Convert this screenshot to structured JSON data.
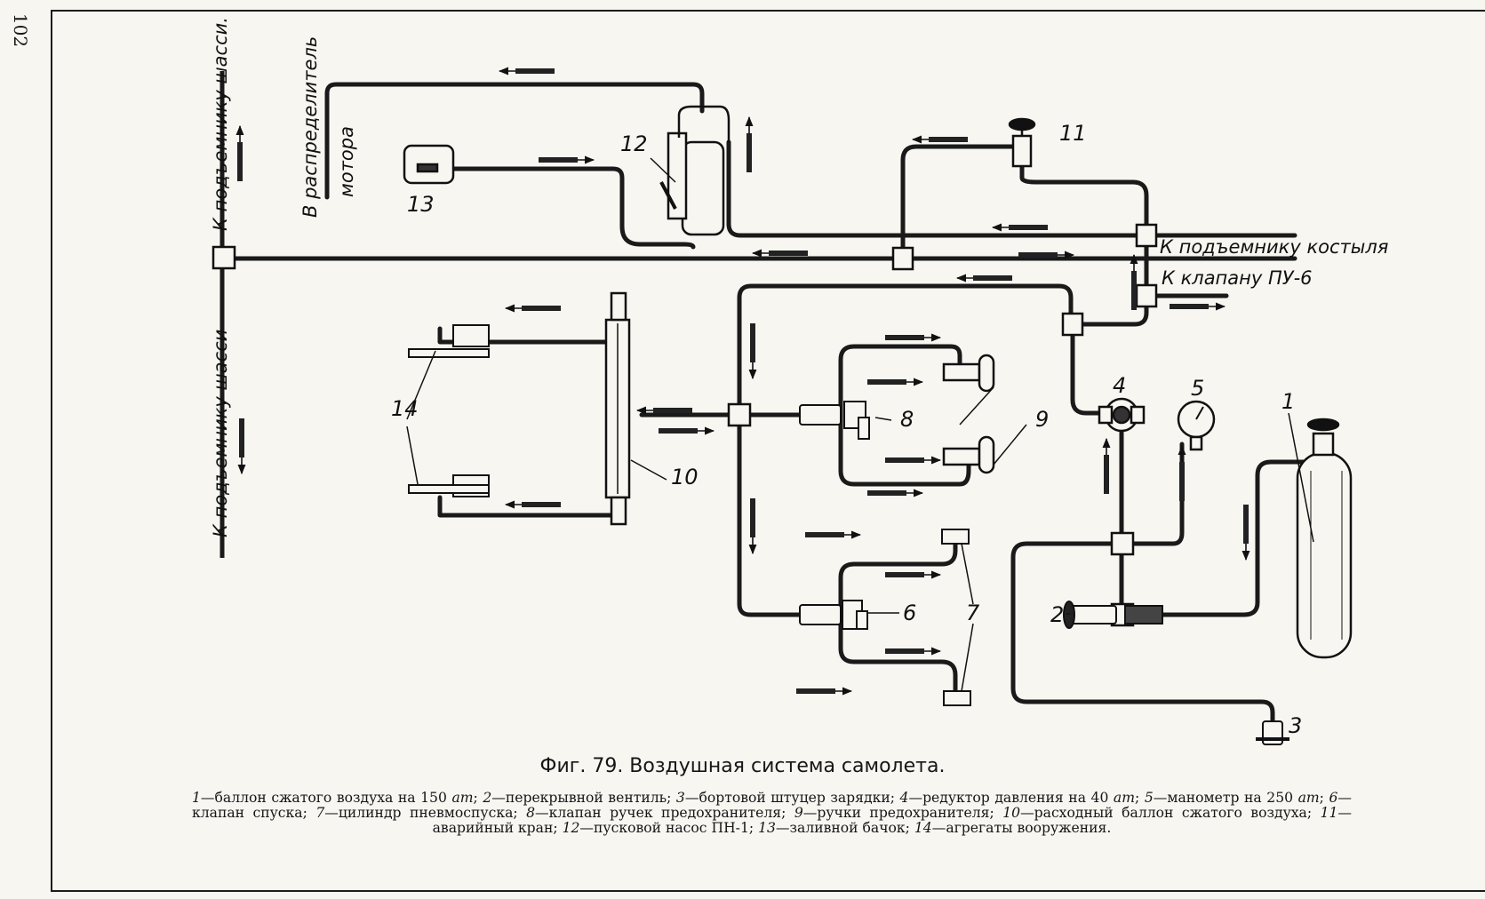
{
  "page": {
    "number": "102"
  },
  "diagram": {
    "labels": {
      "chassis_lift_top": "К подъемнику шасси.",
      "chassis_lift_bottom": "К подъемнику шасси",
      "engine_distributor_line1": "В распределитель",
      "engine_distributor_line2": "мотора",
      "tail_skid_lift": "К подъемнику костыля",
      "valve_pu6": "К клапану ПУ-6"
    },
    "numbers": {
      "n1": "1",
      "n2": "2",
      "n3": "3",
      "n4": "4",
      "n5": "5",
      "n6": "6",
      "n7": "7",
      "n8": "8",
      "n9": "9",
      "n10": "10",
      "n11": "11",
      "n12": "12",
      "n13": "13",
      "n14": "14"
    }
  },
  "caption": {
    "title": "Фиг. 79. Воздушная система самолета.",
    "items": [
      {
        "n": "1",
        "text": "—баллон сжатого воздуха на 150 ",
        "unit": "ат",
        "sep": "; "
      },
      {
        "n": "2",
        "text": "—перекрывной вентиль",
        "unit": "",
        "sep": "; "
      },
      {
        "n": "3",
        "text": "—бортовой штуцер зарядки",
        "unit": "",
        "sep": "; "
      },
      {
        "n": "4",
        "text": "—редуктор давления на 40 ",
        "unit": "ат",
        "sep": "; "
      },
      {
        "n": "5",
        "text": "—манометр на 250 ",
        "unit": "ат",
        "sep": "; "
      },
      {
        "n": "6",
        "text": "—клапан спуска",
        "unit": "",
        "sep": "; "
      },
      {
        "n": "7",
        "text": "—цилиндр пневмоспуска",
        "unit": "",
        "sep": "; "
      },
      {
        "n": "8",
        "text": "—клапан ручек предохранителя",
        "unit": "",
        "sep": "; "
      },
      {
        "n": "9",
        "text": "—ручки предохранителя",
        "unit": "",
        "sep": "; "
      },
      {
        "n": "10",
        "text": "—расходный баллон сжатого воздуха",
        "unit": "",
        "sep": "; "
      },
      {
        "n": "11",
        "text": "—аварийный кран",
        "unit": "",
        "sep": "; "
      },
      {
        "n": "12",
        "text": "—пусковой насос ПН-1",
        "unit": "",
        "sep": "; "
      },
      {
        "n": "13",
        "text": "—заливной бачок",
        "unit": "",
        "sep": "; "
      },
      {
        "n": "14",
        "text": "—агрегаты вооружения",
        "unit": "",
        "sep": "."
      }
    ]
  }
}
